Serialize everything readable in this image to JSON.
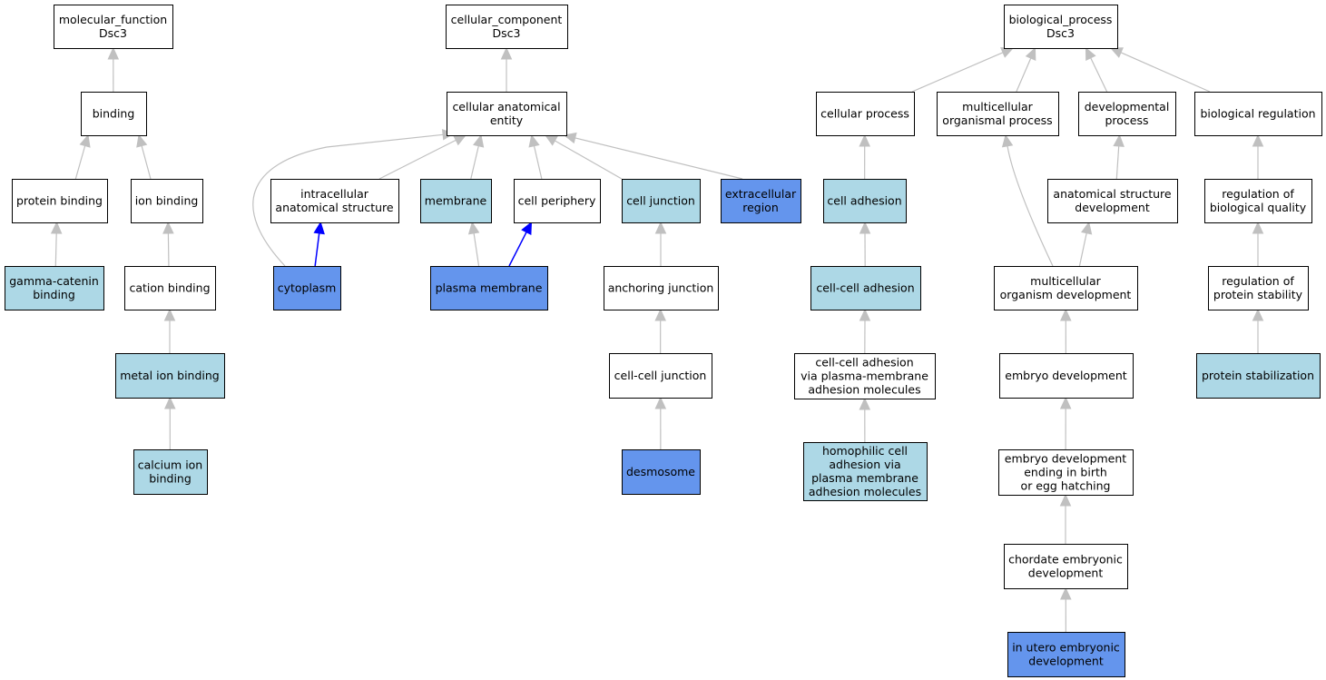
{
  "colors": {
    "plain": "#ffffff",
    "annotated_light": "#add8e6",
    "annotated_strong": "#6495ed",
    "edge_default": "#c0c0c0",
    "edge_highlight": "#0000ff"
  },
  "nodes": [
    {
      "id": "mf_root",
      "lines": [
        "molecular_function",
        "Dsc3"
      ],
      "fill": "plain"
    },
    {
      "id": "binding",
      "lines": [
        "binding"
      ],
      "fill": "plain"
    },
    {
      "id": "protein_binding",
      "lines": [
        "protein binding"
      ],
      "fill": "plain"
    },
    {
      "id": "ion_binding",
      "lines": [
        "ion binding"
      ],
      "fill": "plain"
    },
    {
      "id": "gamma_catenin_binding",
      "lines": [
        "gamma-catenin",
        "binding"
      ],
      "fill": "annotated_light"
    },
    {
      "id": "cation_binding",
      "lines": [
        "cation binding"
      ],
      "fill": "plain"
    },
    {
      "id": "metal_ion_binding",
      "lines": [
        "metal ion binding"
      ],
      "fill": "annotated_light"
    },
    {
      "id": "calcium_ion_binding",
      "lines": [
        "calcium ion",
        "binding"
      ],
      "fill": "annotated_light"
    },
    {
      "id": "cc_root",
      "lines": [
        "cellular_component",
        "Dsc3"
      ],
      "fill": "plain"
    },
    {
      "id": "cellular_anatomical_entity",
      "lines": [
        "cellular anatomical",
        "entity"
      ],
      "fill": "plain"
    },
    {
      "id": "intracellular_anatomical_structure",
      "lines": [
        "intracellular",
        "anatomical structure"
      ],
      "fill": "plain"
    },
    {
      "id": "membrane",
      "lines": [
        "membrane"
      ],
      "fill": "annotated_light"
    },
    {
      "id": "cell_periphery",
      "lines": [
        "cell periphery"
      ],
      "fill": "plain"
    },
    {
      "id": "cell_junction",
      "lines": [
        "cell junction"
      ],
      "fill": "annotated_light"
    },
    {
      "id": "extracellular_region",
      "lines": [
        "extracellular",
        "region"
      ],
      "fill": "annotated_strong"
    },
    {
      "id": "cytoplasm",
      "lines": [
        "cytoplasm"
      ],
      "fill": "annotated_strong"
    },
    {
      "id": "plasma_membrane",
      "lines": [
        "plasma membrane"
      ],
      "fill": "annotated_strong"
    },
    {
      "id": "anchoring_junction",
      "lines": [
        "anchoring junction"
      ],
      "fill": "plain"
    },
    {
      "id": "cell_cell_junction",
      "lines": [
        "cell-cell junction"
      ],
      "fill": "plain"
    },
    {
      "id": "desmosome",
      "lines": [
        "desmosome"
      ],
      "fill": "annotated_strong"
    },
    {
      "id": "bp_root",
      "lines": [
        "biological_process",
        "Dsc3"
      ],
      "fill": "plain"
    },
    {
      "id": "cellular_process",
      "lines": [
        "cellular process"
      ],
      "fill": "plain"
    },
    {
      "id": "multicellular_organismal_process",
      "lines": [
        "multicellular",
        "organismal process"
      ],
      "fill": "plain"
    },
    {
      "id": "developmental_process",
      "lines": [
        "developmental",
        "process"
      ],
      "fill": "plain"
    },
    {
      "id": "biological_regulation",
      "lines": [
        "biological regulation"
      ],
      "fill": "plain"
    },
    {
      "id": "cell_adhesion",
      "lines": [
        "cell adhesion"
      ],
      "fill": "annotated_light"
    },
    {
      "id": "anatomical_structure_development",
      "lines": [
        "anatomical structure",
        "development"
      ],
      "fill": "plain"
    },
    {
      "id": "regulation_of_biological_quality",
      "lines": [
        "regulation of",
        "biological quality"
      ],
      "fill": "plain"
    },
    {
      "id": "cell_cell_adhesion",
      "lines": [
        "cell-cell adhesion"
      ],
      "fill": "annotated_light"
    },
    {
      "id": "multicellular_organism_development",
      "lines": [
        "multicellular",
        "organism development"
      ],
      "fill": "plain"
    },
    {
      "id": "regulation_of_protein_stability",
      "lines": [
        "regulation of",
        "protein stability"
      ],
      "fill": "plain"
    },
    {
      "id": "cell_cell_adhesion_via_pm",
      "lines": [
        "cell-cell adhesion",
        "via plasma-membrane",
        "adhesion molecules"
      ],
      "fill": "plain"
    },
    {
      "id": "embryo_development",
      "lines": [
        "embryo development"
      ],
      "fill": "plain"
    },
    {
      "id": "protein_stabilization",
      "lines": [
        "protein stabilization"
      ],
      "fill": "annotated_light"
    },
    {
      "id": "homophilic_cell_adhesion",
      "lines": [
        "homophilic cell",
        "adhesion via",
        "plasma membrane",
        "adhesion molecules"
      ],
      "fill": "annotated_light"
    },
    {
      "id": "embryo_development_birth",
      "lines": [
        "embryo development",
        "ending in birth",
        "or egg hatching"
      ],
      "fill": "plain"
    },
    {
      "id": "chordate_embryonic_development",
      "lines": [
        "chordate embryonic",
        "development"
      ],
      "fill": "plain"
    },
    {
      "id": "in_utero_embryonic_development",
      "lines": [
        "in utero embryonic",
        "development"
      ],
      "fill": "annotated_strong"
    }
  ],
  "edges": [
    {
      "from": "binding",
      "to": "mf_root"
    },
    {
      "from": "protein_binding",
      "to": "binding"
    },
    {
      "from": "ion_binding",
      "to": "binding"
    },
    {
      "from": "gamma_catenin_binding",
      "to": "protein_binding"
    },
    {
      "from": "cation_binding",
      "to": "ion_binding"
    },
    {
      "from": "metal_ion_binding",
      "to": "cation_binding"
    },
    {
      "from": "calcium_ion_binding",
      "to": "metal_ion_binding"
    },
    {
      "from": "cellular_anatomical_entity",
      "to": "cc_root"
    },
    {
      "from": "intracellular_anatomical_structure",
      "to": "cellular_anatomical_entity"
    },
    {
      "from": "membrane",
      "to": "cellular_anatomical_entity"
    },
    {
      "from": "cell_periphery",
      "to": "cellular_anatomical_entity"
    },
    {
      "from": "cell_junction",
      "to": "cellular_anatomical_entity"
    },
    {
      "from": "extracellular_region",
      "to": "cellular_anatomical_entity"
    },
    {
      "from": "cytoplasm",
      "to": "cellular_anatomical_entity"
    },
    {
      "from": "cytoplasm",
      "to": "intracellular_anatomical_structure",
      "highlight": true
    },
    {
      "from": "plasma_membrane",
      "to": "membrane"
    },
    {
      "from": "plasma_membrane",
      "to": "cell_periphery",
      "highlight": true
    },
    {
      "from": "anchoring_junction",
      "to": "cell_junction"
    },
    {
      "from": "cell_cell_junction",
      "to": "anchoring_junction"
    },
    {
      "from": "desmosome",
      "to": "cell_cell_junction"
    },
    {
      "from": "cellular_process",
      "to": "bp_root"
    },
    {
      "from": "multicellular_organismal_process",
      "to": "bp_root"
    },
    {
      "from": "developmental_process",
      "to": "bp_root"
    },
    {
      "from": "biological_regulation",
      "to": "bp_root"
    },
    {
      "from": "cell_adhesion",
      "to": "cellular_process"
    },
    {
      "from": "anatomical_structure_development",
      "to": "developmental_process"
    },
    {
      "from": "regulation_of_biological_quality",
      "to": "biological_regulation"
    },
    {
      "from": "cell_cell_adhesion",
      "to": "cell_adhesion"
    },
    {
      "from": "multicellular_organism_development",
      "to": "multicellular_organismal_process"
    },
    {
      "from": "multicellular_organism_development",
      "to": "anatomical_structure_development"
    },
    {
      "from": "regulation_of_protein_stability",
      "to": "regulation_of_biological_quality"
    },
    {
      "from": "cell_cell_adhesion_via_pm",
      "to": "cell_cell_adhesion"
    },
    {
      "from": "embryo_development",
      "to": "multicellular_organism_development"
    },
    {
      "from": "protein_stabilization",
      "to": "regulation_of_protein_stability"
    },
    {
      "from": "homophilic_cell_adhesion",
      "to": "cell_cell_adhesion_via_pm"
    },
    {
      "from": "embryo_development_birth",
      "to": "embryo_development"
    },
    {
      "from": "chordate_embryonic_development",
      "to": "embryo_development_birth"
    },
    {
      "from": "in_utero_embryonic_development",
      "to": "chordate_embryonic_development"
    }
  ]
}
